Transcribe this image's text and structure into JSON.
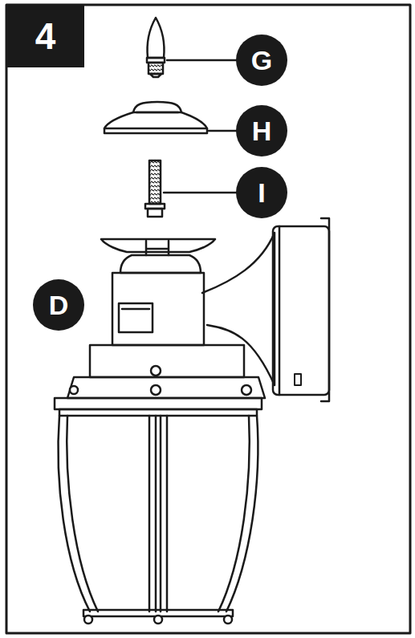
{
  "diagram": {
    "nodes": [
      {
        "text": [
          "4"
        ]
      },
      {
        "text": [
          "G"
        ]
      },
      {
        "text": [
          "H"
        ]
      },
      {
        "text": [
          "I"
        ]
      },
      {
        "text": [
          "D"
        ]
      }
    ]
  }
}
